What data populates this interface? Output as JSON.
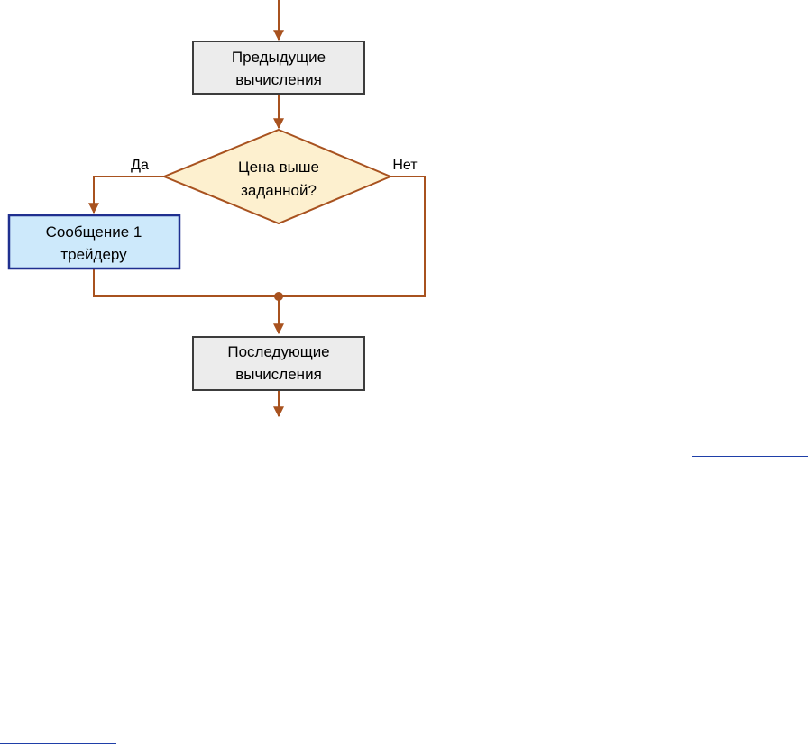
{
  "flowchart": {
    "prev_line1": "Предыдущие",
    "prev_line2": "вычисления",
    "condition_line1": "Цена выше",
    "condition_line2": "заданной?",
    "yes_label": "Да",
    "no_label": "Нет",
    "message_line1": "Сообщение 1",
    "message_line2": "трейдеру",
    "next_line1": "Последующие",
    "next_line2": "вычисления"
  },
  "colors": {
    "connector": "#a8521f",
    "process_fill": "#ececec",
    "process_stroke": "#3c3c3c",
    "decision_fill": "#fdf0cf",
    "decision_stroke": "#a8521f",
    "message_fill": "#cde9fb",
    "message_stroke": "#1f2f8f",
    "page_rule": "#1f3fa8"
  }
}
